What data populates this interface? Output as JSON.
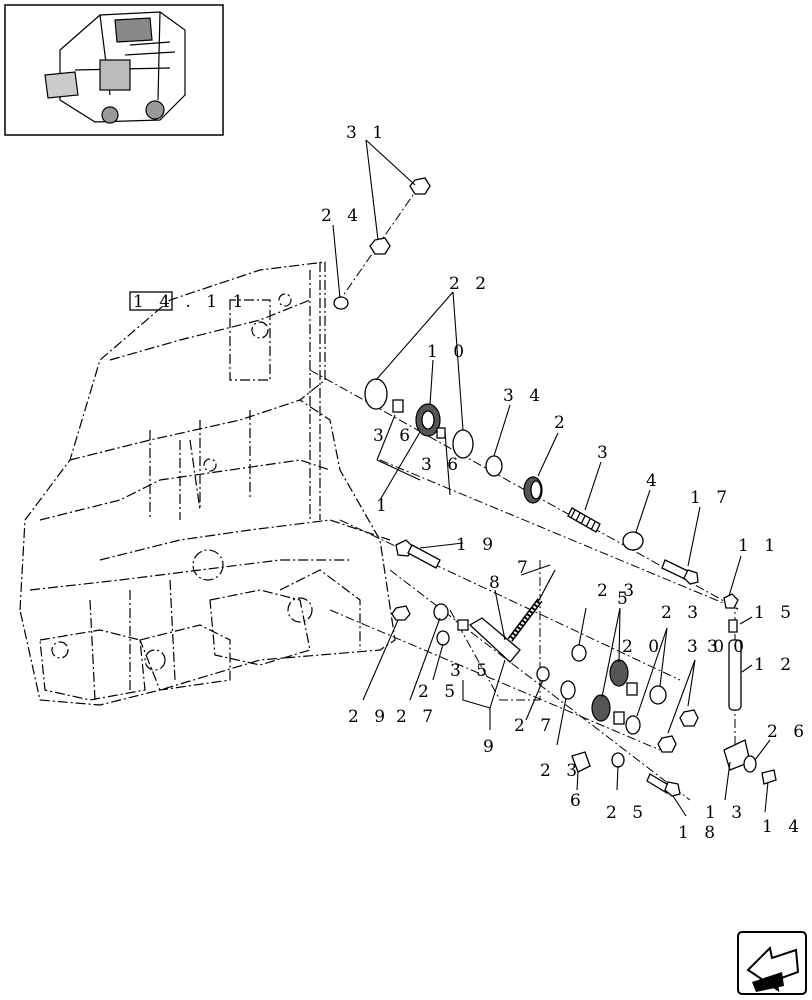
{
  "reference_box": {
    "text": "1 4 . 1 1"
  },
  "callouts": {
    "c1": "1",
    "c2": "2",
    "c3": "3",
    "c4": "4",
    "c5": "5",
    "c6": "6",
    "c7": "7",
    "c8": "8",
    "c9": "9",
    "c10": "1 0",
    "c11": "1 1",
    "c12": "1 2",
    "c13": "1 3",
    "c14": "1 4",
    "c15": "1 5",
    "c17": "1 7",
    "c18": "1 8",
    "c19": "1 9",
    "c20": "2 0",
    "c22": "2 2",
    "c23a": "2 3",
    "c23b": "2 3",
    "c23c": "2 3",
    "c24": "2 4",
    "c25a": "2 5",
    "c25b": "2 5",
    "c26": "2 6",
    "c27a": "2 7",
    "c27b": "2 7",
    "c29": "2 9",
    "c30a": "3 0",
    "c30b": "3 0",
    "c31": "3 1",
    "c34": "3 4",
    "c35": "3 5",
    "c36a": "3 6",
    "c36b": "3 6"
  },
  "icons": {
    "thumbnail": "baler-thumbnail-image",
    "navigation": "previous-page-arrow-icon"
  }
}
